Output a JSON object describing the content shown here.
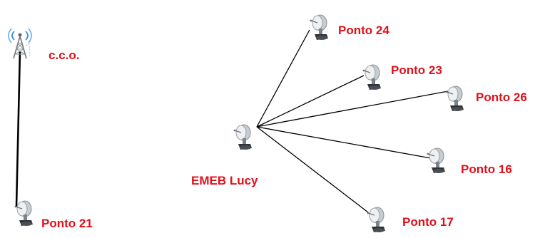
{
  "colors": {
    "label": "#e0101a",
    "link": "#000000",
    "tower_waves": "#3d8fe0",
    "tower_body": "#7a8088",
    "dish_body": "#9aa0a6",
    "dish_shadow": "#2f3338"
  },
  "icons": {
    "tower": "radio-tower-icon",
    "antenna": "parabolic-antenna-icon"
  },
  "nodes": {
    "cco": {
      "label": "c.c.o.",
      "icon": "radio-tower-icon"
    },
    "ponto21": {
      "label": "Ponto 21",
      "icon": "parabolic-antenna-icon"
    },
    "emeb_lucy": {
      "label": "EMEB Lucy",
      "icon": "parabolic-antenna-icon"
    },
    "ponto24": {
      "label": "Ponto 24",
      "icon": "parabolic-antenna-icon"
    },
    "ponto23": {
      "label": "Ponto 23",
      "icon": "parabolic-antenna-icon"
    },
    "ponto26": {
      "label": "Ponto 26",
      "icon": "parabolic-antenna-icon"
    },
    "ponto16": {
      "label": "Ponto 16",
      "icon": "parabolic-antenna-icon"
    },
    "ponto17": {
      "label": "Ponto 17",
      "icon": "parabolic-antenna-icon"
    }
  },
  "links": [
    {
      "from": "cco",
      "to": "ponto21"
    },
    {
      "from": "emeb_lucy",
      "to": "ponto24"
    },
    {
      "from": "emeb_lucy",
      "to": "ponto23"
    },
    {
      "from": "emeb_lucy",
      "to": "ponto26"
    },
    {
      "from": "emeb_lucy",
      "to": "ponto16"
    },
    {
      "from": "emeb_lucy",
      "to": "ponto17"
    }
  ]
}
